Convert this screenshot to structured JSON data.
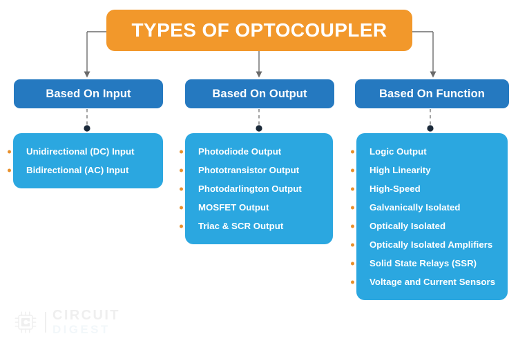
{
  "title": {
    "text": "TYPES OF OPTOCOUPLER",
    "color": "#F2982B"
  },
  "colors": {
    "title_orange": "#F2982B",
    "header_blue": "#2579C0",
    "card_blue": "#2BA7E0",
    "bullet_orange": "#E8902C",
    "connector_gray": "#6B6B6B",
    "dot_navy": "#1B2A3A",
    "background": "#FFFFFF"
  },
  "columns": [
    {
      "header": "Based On Input",
      "items": [
        "Unidirectional (DC) Input",
        "Bidirectional (AC) Input"
      ]
    },
    {
      "header": "Based On Output",
      "items": [
        "Photodiode Output",
        "Phototransistor Output",
        "Photodarlington Output",
        "MOSFET Output",
        "Triac & SCR Output"
      ]
    },
    {
      "header": "Based On Function",
      "items": [
        "Logic Output",
        "High Linearity",
        "High-Speed",
        "Galvanically Isolated",
        "Optically Isolated",
        "Optically Isolated Amplifiers",
        "Solid State Relays (SSR)",
        "Voltage and Current Sensors"
      ]
    }
  ],
  "logo": {
    "icon": "microchip-icon",
    "line1": "CIRCUIT",
    "line2": "DIGEST"
  }
}
